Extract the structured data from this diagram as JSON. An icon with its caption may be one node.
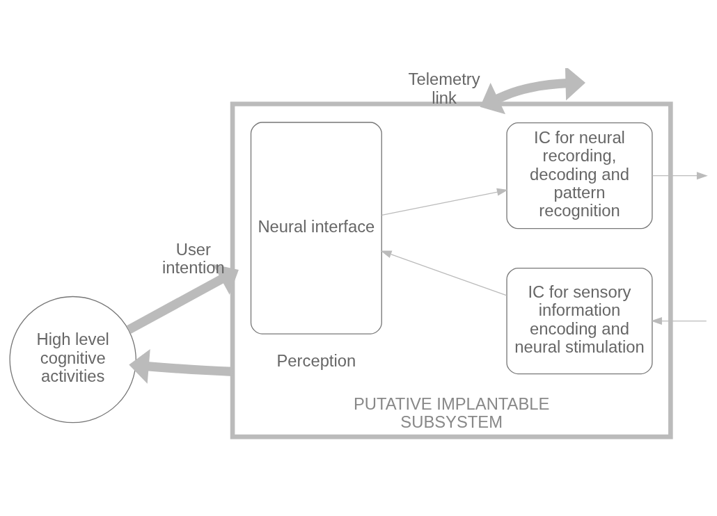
{
  "diagram": {
    "nodes": [
      {
        "text": [
          "PUTATIVE IMPLANTABLE SUBSYSTEM"
        ]
      },
      {
        "text": [
          "Neural interface"
        ],
        "in": 0
      },
      {
        "text": [
          "IC for neural recording, decoding and pattern recognition"
        ],
        "in": 0
      },
      {
        "text": [
          "IC for sensory information encoding and neural stimulation"
        ],
        "in": 0
      },
      {
        "text": [
          "High level cognitive activities"
        ]
      }
    ],
    "edges": [
      {
        "from": 4,
        "to": 0,
        "arrow": "to",
        "label": "User intention",
        "style": "thick"
      },
      {
        "from": 1,
        "to": 2,
        "arrow": "to"
      },
      {
        "from": 2,
        "to": null,
        "arrow": "to"
      },
      {
        "from": null,
        "to": 3,
        "arrow": "to"
      },
      {
        "from": 3,
        "to": 1,
        "arrow": "to"
      },
      {
        "from": 0,
        "to": 4,
        "arrow": "to",
        "label": "Perception",
        "style": "thick"
      },
      {
        "from": 0,
        "to": null,
        "arrow": "both",
        "label": "Telemetry link",
        "style": "thick"
      }
    ]
  }
}
